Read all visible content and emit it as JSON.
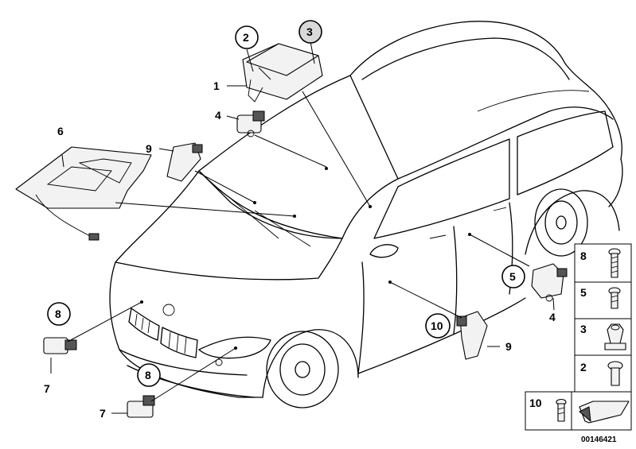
{
  "callouts": {
    "c1": "1",
    "c2": "2",
    "c3": "3",
    "c4a": "4",
    "c4b": "4",
    "c5": "5",
    "c6": "6",
    "c7a": "7",
    "c7b": "7",
    "c8a": "8",
    "c8b": "8",
    "c9a": "9",
    "c9b": "9",
    "c10": "10"
  },
  "legend": {
    "items": [
      {
        "label": "8",
        "part": "long-screw"
      },
      {
        "label": "5",
        "part": "screw"
      },
      {
        "label": "3",
        "part": "nut"
      },
      {
        "label": "2",
        "part": "bolt"
      },
      {
        "label": "10",
        "part": "short-screw"
      }
    ]
  },
  "drawing_id": "00146421"
}
